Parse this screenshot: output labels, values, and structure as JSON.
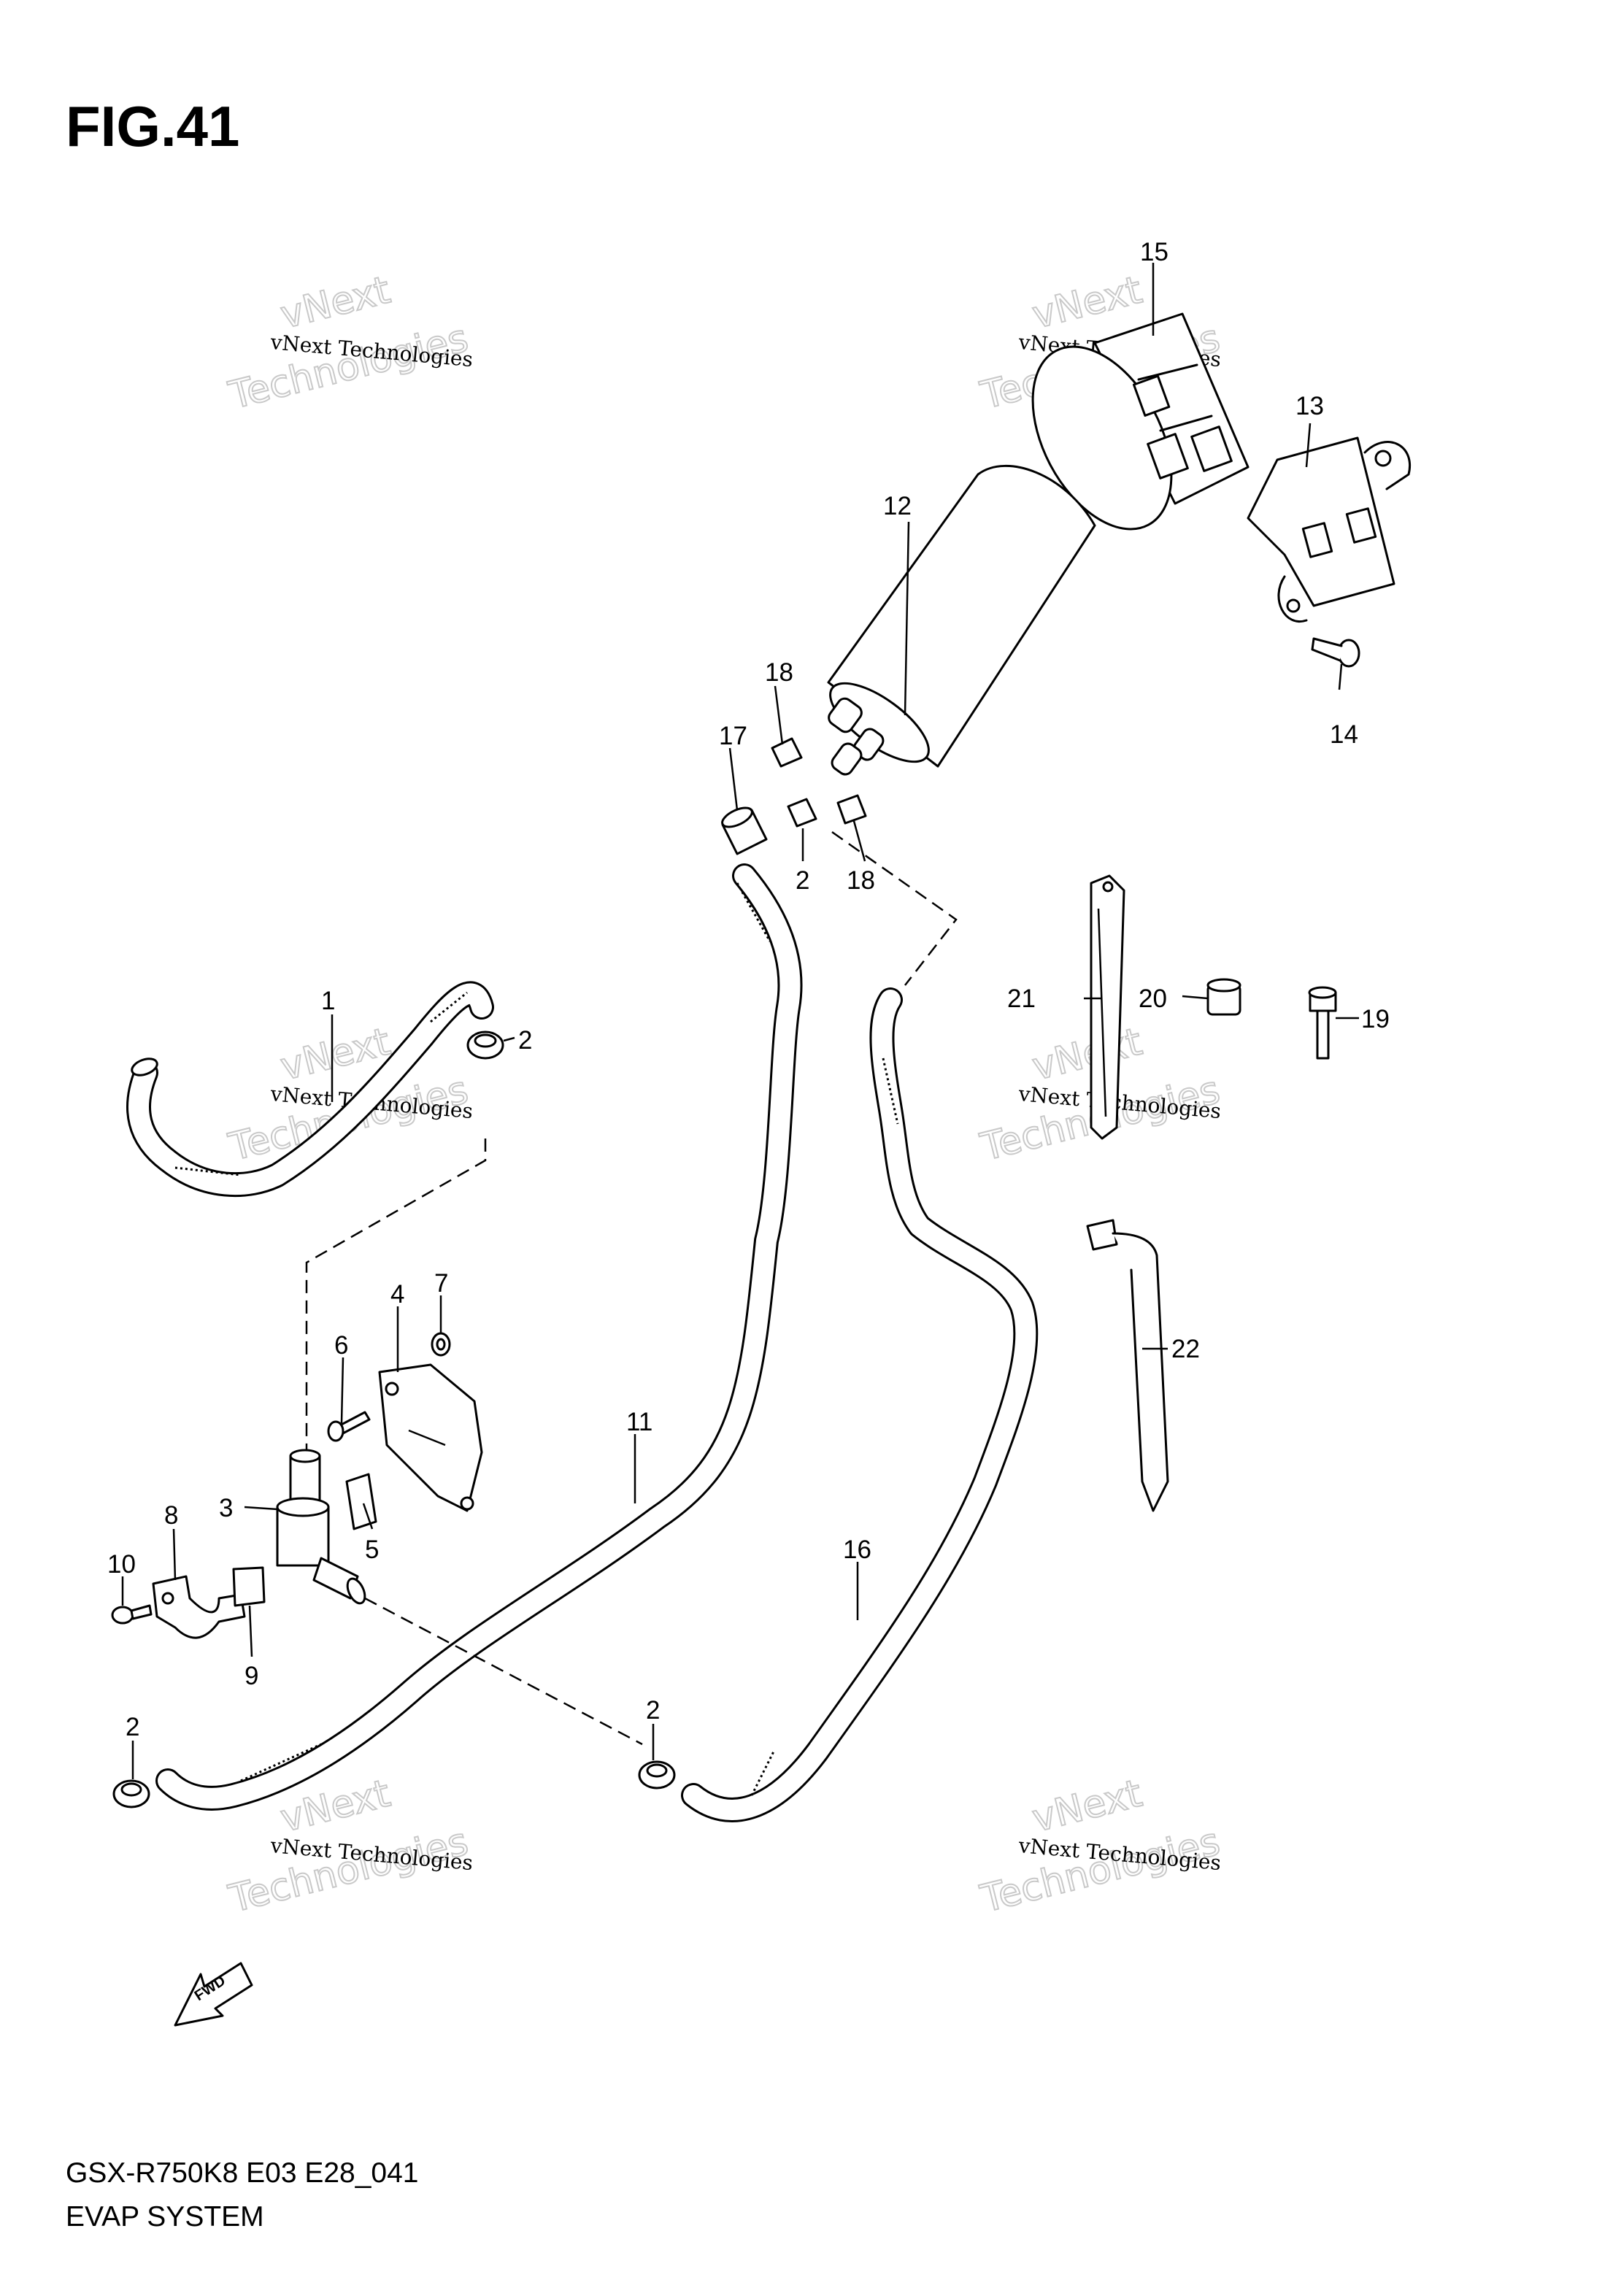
{
  "figure": {
    "title": "FIG.41",
    "model_code": "GSX-R750K8 E03 E28_041",
    "system_name": "EVAP SYSTEM"
  },
  "watermark": {
    "line_small": "vNext Technologies",
    "line_vnext": "vNext",
    "line_tech": "Technologies"
  },
  "direction_label": "FWD",
  "callouts": [
    "1",
    "2",
    "3",
    "4",
    "5",
    "6",
    "7",
    "8",
    "9",
    "10",
    "11",
    "12",
    "13",
    "14",
    "15",
    "16",
    "17",
    "18",
    "19",
    "20",
    "21",
    "22"
  ],
  "callout_text": {
    "c1": "1",
    "c2a": "2",
    "c2b": "2",
    "c2c": "2",
    "c2d": "2",
    "c3": "3",
    "c4": "4",
    "c5": "5",
    "c6": "6",
    "c7": "7",
    "c8": "8",
    "c9": "9",
    "c10": "10",
    "c11": "11",
    "c12": "12",
    "c13": "13",
    "c14": "14",
    "c15": "15",
    "c16": "16",
    "c17": "17",
    "c18a": "18",
    "c18b": "18",
    "c19": "19",
    "c20": "20",
    "c21": "21",
    "c22": "22"
  }
}
